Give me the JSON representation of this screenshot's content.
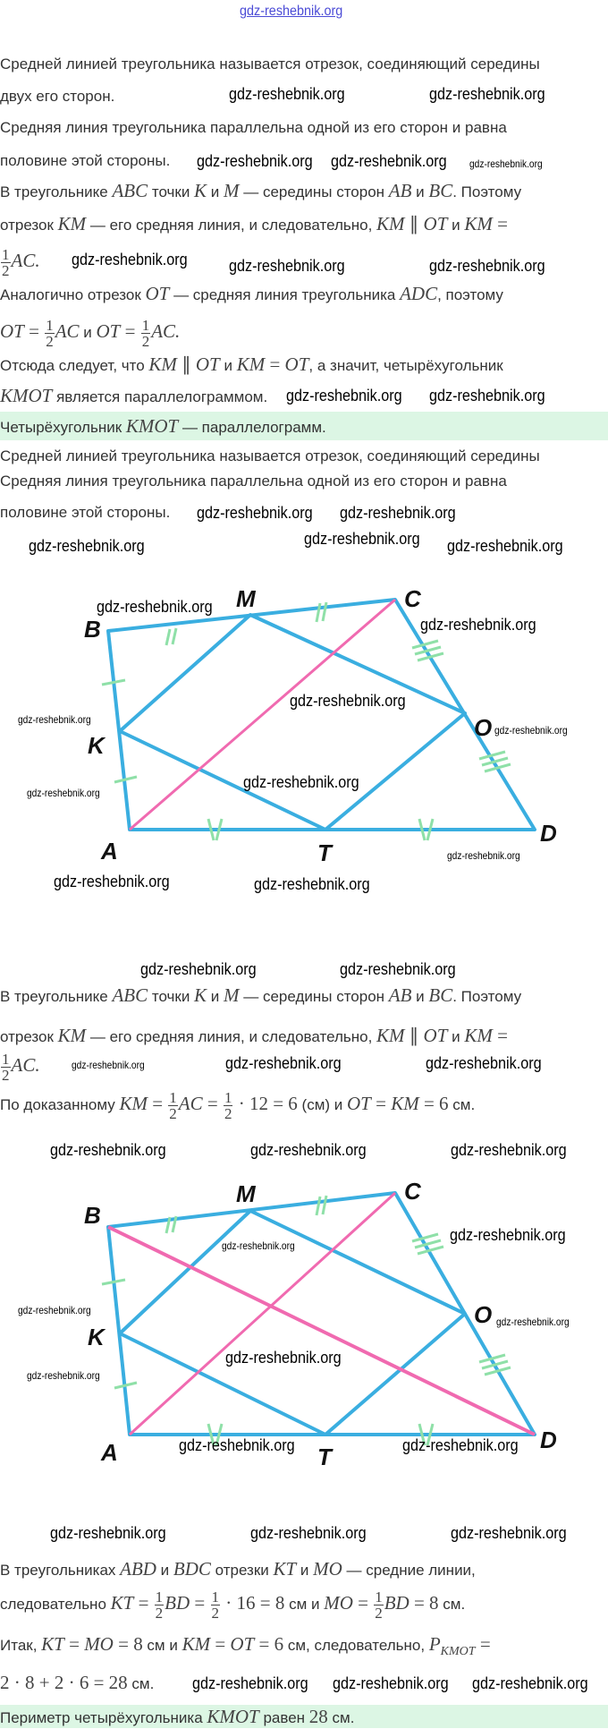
{
  "watermark": "gdz-reshebnik.org",
  "colors": {
    "side": "#3aaee0",
    "diagonal": "#f06ab0",
    "tick": "#8fe0a8",
    "band": "#dcf6e4",
    "header_link": "#4b4bd6"
  },
  "diagram_labels": {
    "A": "A",
    "B": "B",
    "C": "C",
    "D": "D",
    "K": "K",
    "M": "M",
    "O": "O",
    "T": "T"
  },
  "lines": [
    {
      "segs": [
        {
          "t": "Средней линией треугольника называется отрезок, соединяющий середины"
        }
      ]
    },
    {
      "segs": [
        {
          "t": "двух его сторон."
        }
      ]
    },
    {
      "segs": [
        {
          "t": "Средняя линия треугольника параллельна одной из его сторон и равна"
        }
      ]
    },
    {
      "segs": [
        {
          "t": "половине этой стороны."
        }
      ]
    },
    {
      "segs": [
        {
          "t": "В треугольнике "
        },
        {
          "m": "ABC"
        },
        {
          "t": " точки "
        },
        {
          "m": "K"
        },
        {
          "t": " и "
        },
        {
          "m": "M"
        },
        {
          "t": " — середины сторон "
        },
        {
          "m": "AB"
        },
        {
          "t": " и "
        },
        {
          "m": "BC"
        },
        {
          "t": ". Поэтому"
        }
      ]
    },
    {
      "segs": [
        {
          "t": "отрезок "
        },
        {
          "m": "KM"
        },
        {
          "t": " — его средняя линия, и следовательно, "
        },
        {
          "m": "KM"
        },
        {
          "o": " ∥ "
        },
        {
          "m": "OT"
        },
        {
          "t": " и "
        },
        {
          "m": "KM"
        },
        {
          "o": " ="
        }
      ]
    },
    {
      "segs": [
        {
          "f": [
            "1",
            "2"
          ]
        },
        {
          "m": "AC."
        }
      ]
    },
    {
      "segs": [
        {
          "t": "Аналогично отрезок "
        },
        {
          "m": "OT"
        },
        {
          "t": " — средняя линия треугольника "
        },
        {
          "m": "ADC"
        },
        {
          "t": ", поэтому"
        }
      ]
    },
    {
      "segs": [
        {
          "m": "OT"
        },
        {
          "o": " = "
        },
        {
          "f": [
            "1",
            "2"
          ]
        },
        {
          "m": "AC"
        },
        {
          "t": " и "
        },
        {
          "m": "OT"
        },
        {
          "o": " = "
        },
        {
          "f": [
            "1",
            "2"
          ]
        },
        {
          "m": "AC."
        }
      ]
    },
    {
      "segs": [
        {
          "t": "Отсюда следует, что "
        },
        {
          "m": "KM"
        },
        {
          "o": " ∥ "
        },
        {
          "m": "OT"
        },
        {
          "t": " и "
        },
        {
          "m": "KM"
        },
        {
          "o": " = "
        },
        {
          "m": "OT"
        },
        {
          "t": ", а значит, четырёхугольник"
        }
      ]
    },
    {
      "segs": [
        {
          "m": "KMOT"
        },
        {
          "t": " является параллелограммом."
        }
      ]
    },
    {
      "segs": [
        {
          "t": "Четырёхугольник "
        },
        {
          "m": "KMOT"
        },
        {
          "t": " — параллелограмм."
        }
      ]
    },
    {
      "segs": [
        {
          "t": "Средней линией треугольника называется отрезок, соединяющий середины"
        }
      ]
    },
    {
      "segs": [
        {
          "t": "Средняя линия треугольника параллельна одной из его сторон и равна"
        }
      ]
    },
    {
      "segs": [
        {
          "t": "половине этой стороны."
        }
      ]
    },
    {
      "segs": [
        {
          "t": "В треугольнике "
        },
        {
          "m": "ABC"
        },
        {
          "t": " точки "
        },
        {
          "m": "K"
        },
        {
          "t": " и "
        },
        {
          "m": "M"
        },
        {
          "t": " — середины сторон "
        },
        {
          "m": "AB"
        },
        {
          "t": " и "
        },
        {
          "m": "BC"
        },
        {
          "t": ". Поэтому"
        }
      ]
    },
    {
      "segs": [
        {
          "t": "отрезок "
        },
        {
          "m": "KM"
        },
        {
          "t": " — его средняя линия, и следовательно, "
        },
        {
          "m": "KM"
        },
        {
          "o": " ∥ "
        },
        {
          "m": "OT"
        },
        {
          "t": " и "
        },
        {
          "m": "KM"
        },
        {
          "o": " ="
        }
      ]
    },
    {
      "segs": [
        {
          "f": [
            "1",
            "2"
          ]
        },
        {
          "m": "AC."
        }
      ]
    },
    {
      "segs": [
        {
          "t": "По доказанному "
        },
        {
          "m": "KM"
        },
        {
          "o": " = "
        },
        {
          "f": [
            "1",
            "2"
          ]
        },
        {
          "m": "AC"
        },
        {
          "o": " = "
        },
        {
          "f": [
            "1",
            "2"
          ]
        },
        {
          "o": " · 12 = 6"
        },
        {
          "t": " (см) и "
        },
        {
          "m": "OT"
        },
        {
          "o": " = "
        },
        {
          "m": "KM"
        },
        {
          "o": " = 6"
        },
        {
          "t": " см."
        }
      ]
    },
    {
      "segs": [
        {
          "t": "В треугольниках "
        },
        {
          "m": "ABD"
        },
        {
          "t": " и "
        },
        {
          "m": "BDC"
        },
        {
          "t": " отрезки "
        },
        {
          "m": "KT"
        },
        {
          "t": " и "
        },
        {
          "m": "MO"
        },
        {
          "t": " — средние линии,"
        }
      ]
    },
    {
      "segs": [
        {
          "t": "следовательно "
        },
        {
          "m": "KT"
        },
        {
          "o": " = "
        },
        {
          "f": [
            "1",
            "2"
          ]
        },
        {
          "m": "BD"
        },
        {
          "o": " = "
        },
        {
          "f": [
            "1",
            "2"
          ]
        },
        {
          "o": " · 16 = 8"
        },
        {
          "t": " см и "
        },
        {
          "m": "MO"
        },
        {
          "o": " = "
        },
        {
          "f": [
            "1",
            "2"
          ]
        },
        {
          "m": "BD"
        },
        {
          "o": " = 8"
        },
        {
          "t": " см."
        }
      ]
    },
    {
      "segs": [
        {
          "t": "Итак, "
        },
        {
          "m": "KT"
        },
        {
          "o": " = "
        },
        {
          "m": "MO"
        },
        {
          "o": " = 8"
        },
        {
          "t": " см и "
        },
        {
          "m": "KM"
        },
        {
          "o": " = "
        },
        {
          "m": "OT"
        },
        {
          "o": " = 6"
        },
        {
          "t": " см, следовательно, "
        },
        {
          "m": "P"
        },
        {
          "sub": "KMOT"
        },
        {
          "o": " ="
        }
      ]
    },
    {
      "segs": [
        {
          "o": "2 · 8 + 2 · 6 = 28"
        },
        {
          "t": " см."
        }
      ]
    },
    {
      "segs": [
        {
          "t": "Периметр четырёхугольника "
        },
        {
          "m": "KMOT"
        },
        {
          "t": " равен "
        },
        {
          "o": "28"
        },
        {
          "t": " см."
        }
      ]
    }
  ]
}
